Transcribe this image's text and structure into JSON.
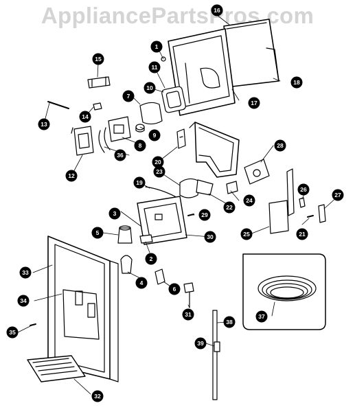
{
  "watermark": "AppliancePartsPros.com",
  "callouts": [
    "1",
    "2",
    "3",
    "4",
    "5",
    "6",
    "7",
    "8",
    "9",
    "10",
    "11",
    "12",
    "13",
    "14",
    "15",
    "16",
    "17",
    "18",
    "19",
    "20",
    "21",
    "22",
    "23",
    "24",
    "25",
    "26",
    "27",
    "28",
    "29",
    "30",
    "31",
    "32",
    "33",
    "34",
    "35",
    "36",
    "37",
    "38",
    "39"
  ]
}
